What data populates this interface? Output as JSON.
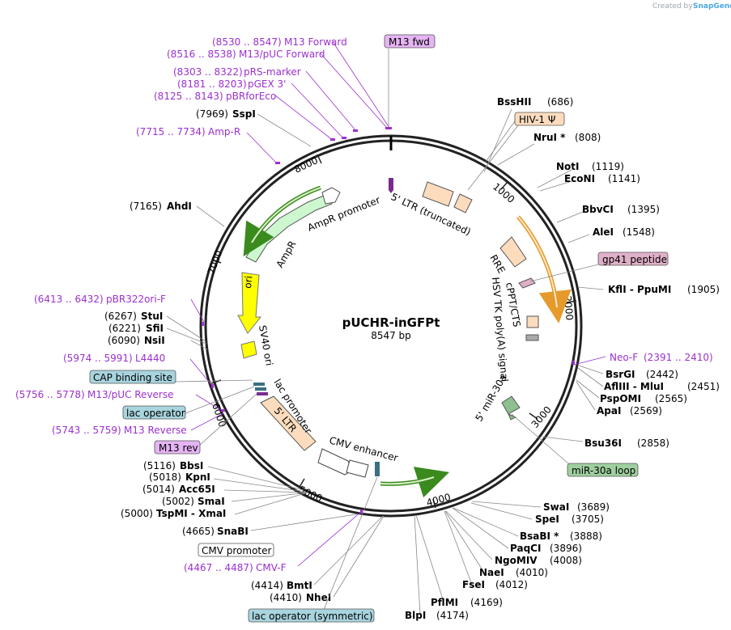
{
  "branding": {
    "created_by": "Created by",
    "tool": "SnapGene"
  },
  "plasmid": {
    "name": "pUCHR-inGFPt",
    "size_label": "8547 bp"
  },
  "ticks": [
    "1000",
    "2000",
    "3000",
    "4000",
    "5000",
    "6000",
    "7000",
    "8000"
  ],
  "enzymes": [
    {
      "name": "BssHII",
      "pos": "(686)"
    },
    {
      "name": "NruI *",
      "pos": "(808)"
    },
    {
      "name": "NotI",
      "pos": "(1119)"
    },
    {
      "name": "EcoNI",
      "pos": "(1141)"
    },
    {
      "name": "BbvCI",
      "pos": "(1395)"
    },
    {
      "name": "AleI",
      "pos": "(1548)"
    },
    {
      "name": "KflI - PpuMI",
      "pos": "(1905)"
    },
    {
      "name": "BsrGI",
      "pos": "(2442)"
    },
    {
      "name": "AflIII - MluI",
      "pos": "(2451)"
    },
    {
      "name": "PspOMI",
      "pos": "(2565)"
    },
    {
      "name": "ApaI",
      "pos": "(2569)"
    },
    {
      "name": "Bsu36I",
      "pos": "(2858)"
    },
    {
      "name": "SwaI",
      "pos": "(3689)"
    },
    {
      "name": "SpeI",
      "pos": "(3705)"
    },
    {
      "name": "BsaBI *",
      "pos": "(3888)"
    },
    {
      "name": "PaqCI",
      "pos": "(3896)"
    },
    {
      "name": "NgoMIV",
      "pos": "(4008)"
    },
    {
      "name": "NaeI",
      "pos": "(4010)"
    },
    {
      "name": "FseI",
      "pos": "(4012)"
    },
    {
      "name": "PflMI",
      "pos": "(4169)"
    },
    {
      "name": "BlpI",
      "pos": "(4174)"
    },
    {
      "name": "NheI",
      "pos": "(4410)"
    },
    {
      "name": "BmtI",
      "pos": "(4414)"
    },
    {
      "name": "SnaBI",
      "pos": "(4665)"
    },
    {
      "name": "TspMI - XmaI",
      "pos": "(5000)"
    },
    {
      "name": "SmaI",
      "pos": "(5002)"
    },
    {
      "name": "Acc65I",
      "pos": "(5014)"
    },
    {
      "name": "KpnI",
      "pos": "(5018)"
    },
    {
      "name": "BbsI",
      "pos": "(5116)"
    },
    {
      "name": "NsiI",
      "pos": "(6090)"
    },
    {
      "name": "SfiI",
      "pos": "(6221)"
    },
    {
      "name": "StuI",
      "pos": "(6267)"
    },
    {
      "name": "AhdI",
      "pos": "(7165)"
    },
    {
      "name": "SspI",
      "pos": "(7969)"
    }
  ],
  "primers": [
    {
      "name": "M13 Forward",
      "range": "(8530 .. 8547)"
    },
    {
      "name": "M13/pUC Forward",
      "range": "(8516 .. 8538)"
    },
    {
      "name": "pRS-marker",
      "range": "(8303 .. 8322)"
    },
    {
      "name": "pGEX 3'",
      "range": "(8181 .. 8203)"
    },
    {
      "name": "pBRforEco",
      "range": "(8125 .. 8143)"
    },
    {
      "name": "Amp-R",
      "range": "(7715 .. 7734)"
    },
    {
      "name": "pBR322ori-F",
      "range": "(6413 .. 6432)"
    },
    {
      "name": "L4440",
      "range": "(5974 .. 5991)"
    },
    {
      "name": "M13/pUC Reverse",
      "range": "(5756 .. 5778)"
    },
    {
      "name": "M13 Reverse",
      "range": "(5743 .. 5759)"
    },
    {
      "name": "Neo-F",
      "range": "(2391 .. 2410)"
    },
    {
      "name": "CMV-F",
      "range": "(4467 .. 4487)"
    }
  ],
  "boxed_labels": {
    "m13_fwd": "M13 fwd",
    "hiv_psi": "HIV-1 Ψ",
    "gp41": "gp41 peptide",
    "mir30a_loop": "miR-30a loop",
    "cmv_promoter": "CMV promoter",
    "lac_op_sym": "lac operator (symmetric)",
    "m13_rev": "M13 rev",
    "lac_operator": "lac operator",
    "cap_site": "CAP binding site"
  },
  "features": {
    "ltr_trunc": "5' LTR (truncated)",
    "rre": "RRE",
    "cppt": "cPPT/CTS",
    "hsv_polya": "HSV TK poly(A) signal",
    "mir30a": "5' miR-30a",
    "cmv_enh": "CMV enhancer",
    "ltr5": "5' LTR",
    "lac_prom": "lac promoter",
    "sv40": "SV40 ori",
    "ori": "ori",
    "ampr": "AmpR",
    "ampr_prom": "AmpR promoter"
  },
  "colors": {
    "primer": "#9b30d0",
    "enzyme": "#000000",
    "ltr_fill": "#fddcbe",
    "ampr_fill": "#ccf7cf",
    "ori_fill": "#ffff00",
    "gfp_green": "#3a8a1e",
    "gfp_orange": "#e59a2b",
    "gp41_fill": "#e0b0c8",
    "mir_fill": "#9fcf9f",
    "lac_fill": "#a8d4de",
    "m13_fill": "#e5b4f3",
    "hiv_fill": "#fddcbe"
  }
}
